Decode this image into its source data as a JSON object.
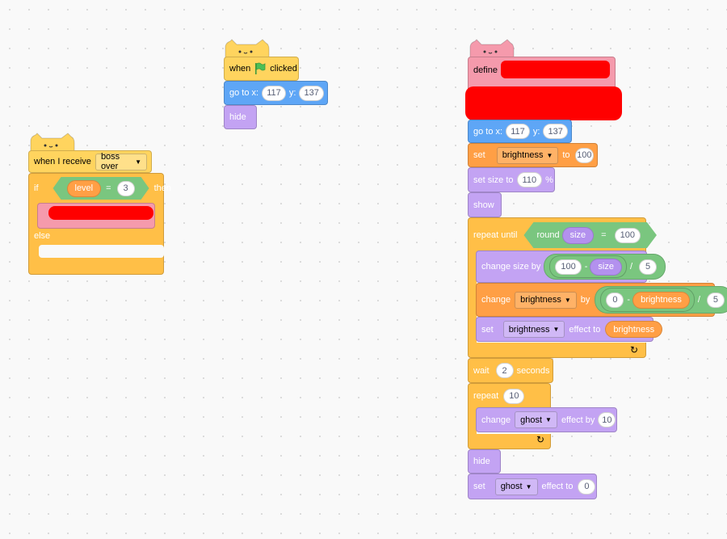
{
  "script1": {
    "hat_text": "when I receive",
    "message": "boss over",
    "if_text": "if",
    "var_name": "level",
    "eq_op": "=",
    "eq_value": "3",
    "then_text": "then",
    "else_text": "else"
  },
  "script2": {
    "hat_when": "when",
    "hat_clicked": "clicked",
    "goto_text": "go to x:",
    "goto_x": "117",
    "goto_y_label": "y:",
    "goto_y": "137",
    "hide_text": "hide"
  },
  "script3": {
    "define_text": "define",
    "goto_text": "go to x:",
    "goto_x": "117",
    "goto_y_label": "y:",
    "goto_y": "137",
    "set_text": "set",
    "set_effect": "brightness",
    "to_text": "to",
    "set_value": "100",
    "setsize_text": "set size to",
    "setsize_value": "110",
    "percent": "%",
    "show_text": "show",
    "repeat_until": "repeat until",
    "round_text": "round",
    "size_rep": "size",
    "eq_op": "=",
    "eq_value": "100",
    "change_size_by": "change size by",
    "cs_a": "100",
    "minus": "-",
    "cs_size": "size",
    "divide": "/",
    "cs_div": "5",
    "change_text": "change",
    "change_effect": "brightness",
    "by_text": "by",
    "cb_a": "0",
    "cb_var": "brightness",
    "cb_div": "5",
    "set2_text": "set",
    "set2_effect": "brightness",
    "effect_to": "effect to",
    "set2_var": "brightness",
    "wait_text": "wait",
    "wait_value": "2",
    "seconds": "seconds",
    "repeat_text": "repeat",
    "repeat_value": "10",
    "change2_text": "change",
    "ghost_effect": "ghost",
    "effect_by": "effect by",
    "ghost_value": "10",
    "hide_text": "hide",
    "set3_text": "set",
    "set3_effect": "ghost",
    "effect_to2": "effect to",
    "set3_value": "0",
    "loop_arrow": "↻"
  }
}
